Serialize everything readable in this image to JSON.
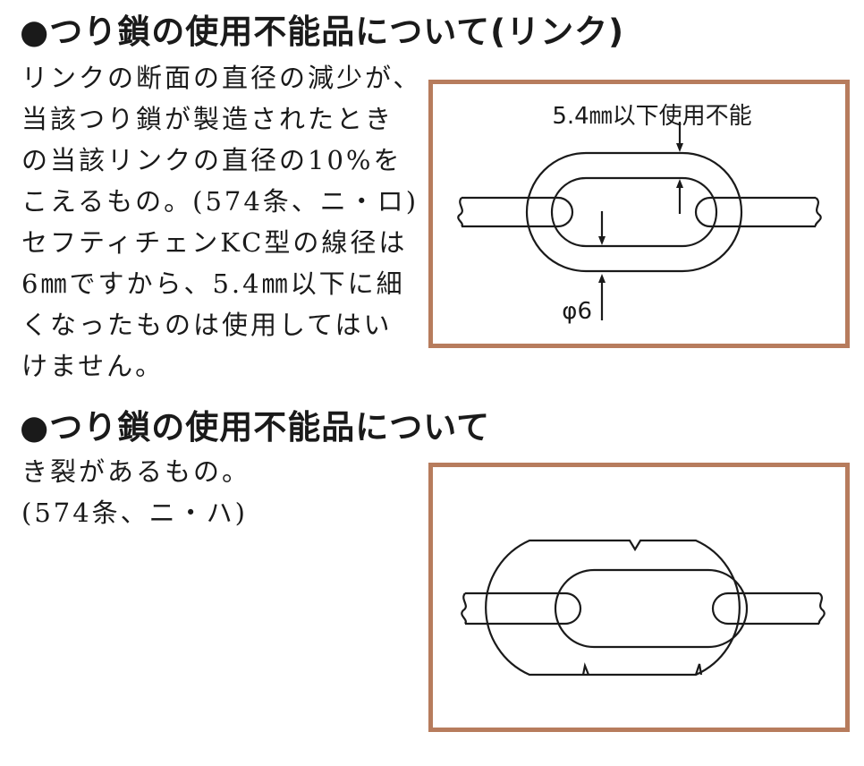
{
  "section1": {
    "heading": "●つり鎖の使用不能品について(リンク)",
    "lines": [
      "リンクの断面の直径の減少が、",
      "当該つり鎖が製造されたとき",
      "の当該リンクの直径の10%を",
      "こえるもの。(574条、ニ・ロ)",
      "セフティチェンKC型の線径は",
      "6㎜ですから、5.4㎜以下に細",
      "くなったものは使用してはい",
      "けません。"
    ],
    "figure": {
      "label_top": "5.4㎜以下使用不能",
      "label_bottom": "φ6"
    }
  },
  "section2": {
    "heading": "●つり鎖の使用不能品について",
    "lines": [
      "き裂があるもの。",
      "(574条、ニ・ハ)"
    ]
  }
}
